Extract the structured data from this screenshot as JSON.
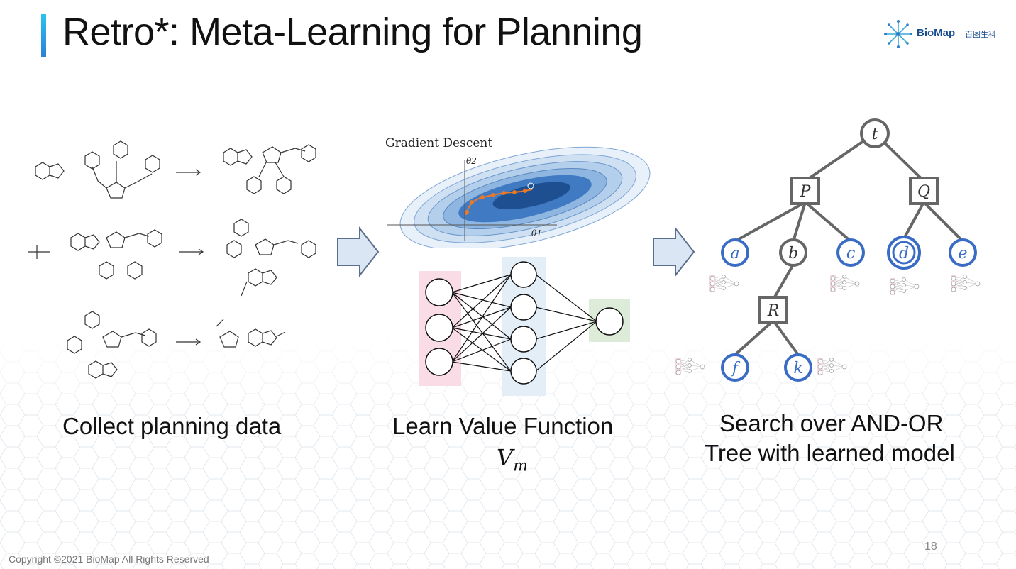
{
  "slide": {
    "title": "Retro*: Meta-Learning for Planning",
    "logo": {
      "name": "BioMap",
      "chinese": "百图生科"
    },
    "copyright": "Copyright ©2021 BioMap All Rights Reserved",
    "page_number": "18"
  },
  "panels": {
    "collect": {
      "caption": "Collect planning data"
    },
    "learn": {
      "caption": "Learn Value Function",
      "symbol": "V",
      "symbol_sub": "m",
      "gradient_label": "Gradient Descent",
      "theta1": "θ1",
      "theta2": "θ2"
    },
    "search": {
      "caption_line1": "Search over AND-OR",
      "caption_line2": "Tree with learned model",
      "nodes": {
        "t": "t",
        "P": "P",
        "Q": "Q",
        "a": "a",
        "b": "b",
        "c": "c",
        "d": "d",
        "e": "e",
        "R": "R",
        "f": "f",
        "k": "k"
      }
    }
  },
  "colors": {
    "accent_blue": "#3a6cc6",
    "node_gray": "#666666",
    "arrow_fill": "#dbe6f4",
    "arrow_stroke": "#5a6f8c",
    "descent_orange": "#e8792b"
  }
}
